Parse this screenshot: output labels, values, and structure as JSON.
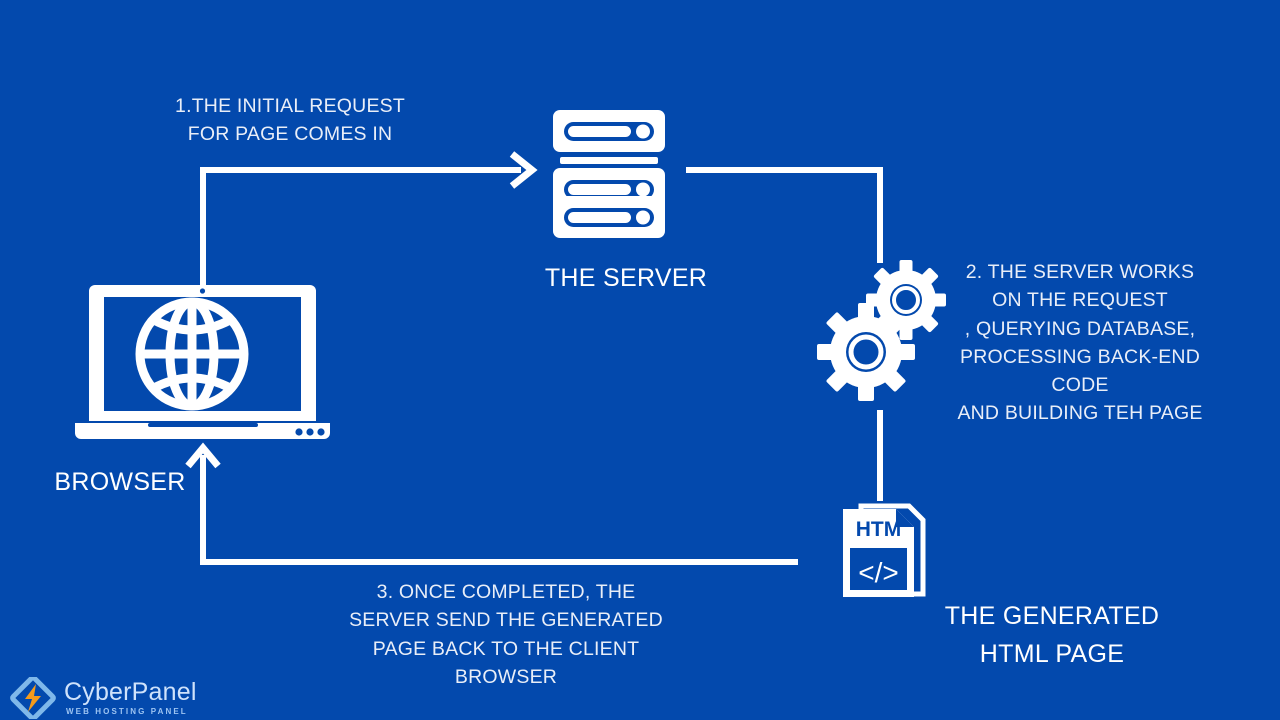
{
  "diagram": {
    "title": "How a web server handles a page request",
    "background_color": "#0349ad",
    "line_color": "#ffffff",
    "text_color": "#e9eef8"
  },
  "steps": [
    {
      "id": "step-1",
      "number": "1.",
      "text": "1.THE INITIAL REQUEST\nFOR PAGE COMES IN"
    },
    {
      "id": "step-2",
      "number": "2.",
      "text": "2. THE SERVER WORKS\nON THE REQUEST\n, QUERYING DATABASE,\nPROCESSING BACK-END CODE\nAND BUILDING TEH PAGE"
    },
    {
      "id": "step-3",
      "number": "3.",
      "text": "3. ONCE COMPLETED, THE\nSERVER SEND THE GENERATED\nPAGE BACK TO THE CLIENT\nBROWSER"
    }
  ],
  "nodes": {
    "browser": {
      "label": "BROWSER",
      "icon": "laptop-globe-icon"
    },
    "server": {
      "label": "THE SERVER",
      "icon": "server-rack-icon"
    },
    "processing": {
      "label": "",
      "icon": "gears-icon"
    },
    "html_page": {
      "label": "THE GENERATED\nHTML PAGE",
      "icon": "html-file-icon",
      "file_badge": "HTM",
      "code_glyph": "</>"
    }
  },
  "brand": {
    "name": "CyberPanel",
    "tagline": "WEB HOSTING PANEL",
    "icon": "cyberpanel-diamond-bolt-logo",
    "logo_colors": {
      "diamond": "#8fc3f0",
      "bolt": "#f59b1c",
      "name": "#cfe2fb",
      "tagline": "#9dc4f2"
    }
  }
}
